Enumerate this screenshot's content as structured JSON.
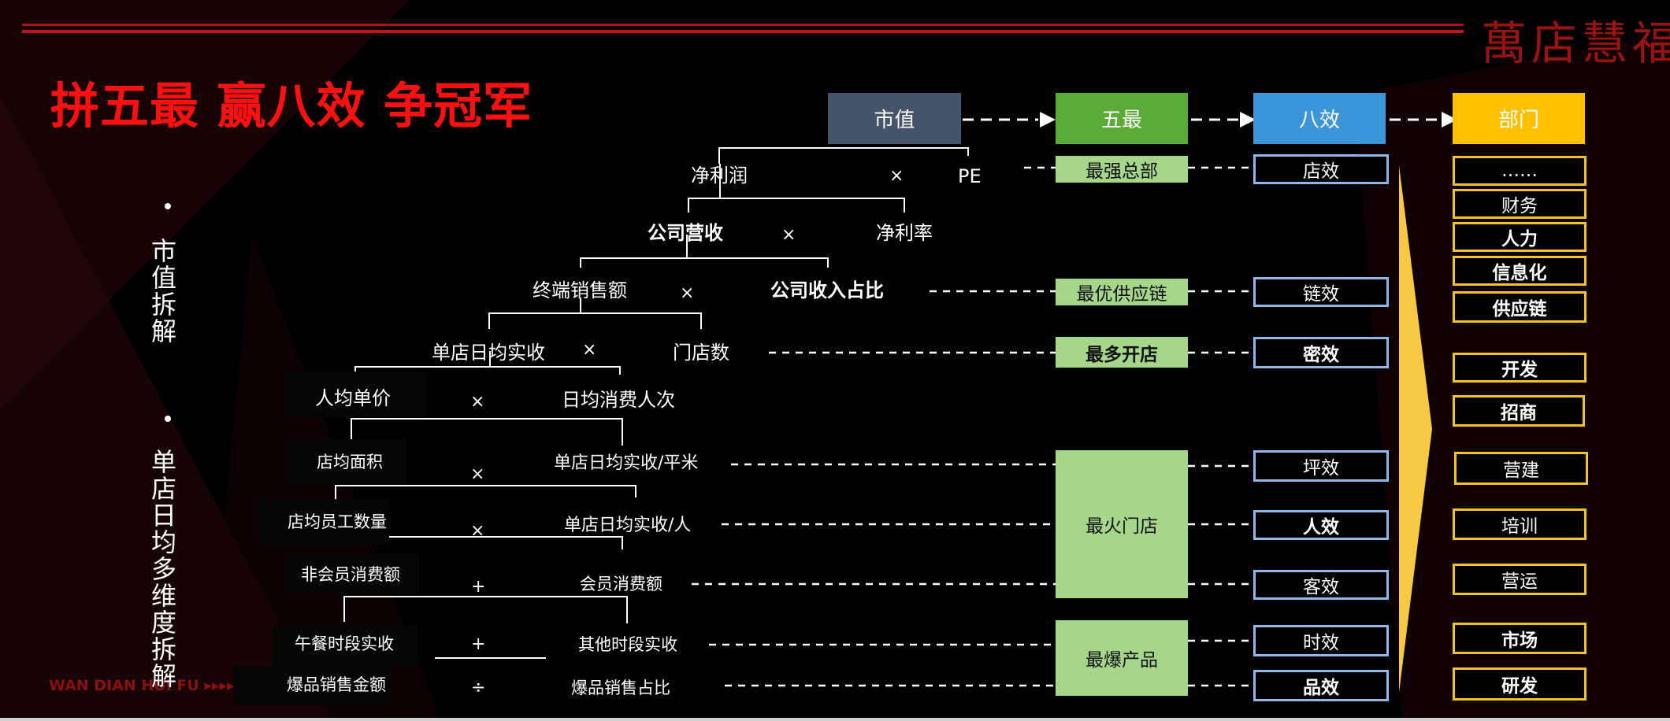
{
  "title": "拼五最 赢八效 争冠军",
  "logo": "萬店慧福",
  "footer": "WAN DIAN HUI FU ▸▸▸▸",
  "side_labels": [
    "市值拆解",
    "单店日均多维度拆解"
  ],
  "headers": {
    "market_value": "市值",
    "five_most": "五最",
    "eight_eff": "八效",
    "department": "部门"
  },
  "tree": {
    "net_profit": "净利润",
    "pe": "PE",
    "revenue": "公司营收",
    "net_margin": "净利率",
    "terminal_sales": "终端销售额",
    "revenue_share": "公司收入占比",
    "daily_avg_sales": "单店日均实收",
    "store_count": "门店数",
    "per_capita": "人均单价",
    "daily_visits": "日均消费人次",
    "store_area": "店均面积",
    "sales_per_sqm": "单店日均实收/平米",
    "staff_count": "店均员工数量",
    "sales_per_staff": "单店日均实收/人",
    "non_member": "非会员消费额",
    "member": "会员消费额",
    "lunch": "午餐时段实收",
    "other_periods": "其他时段实收",
    "hot_amount": "爆品销售金额",
    "hot_share": "爆品销售占比"
  },
  "operators": {
    "times": "×",
    "plus": "+",
    "divide": "÷"
  },
  "five_most": {
    "hq": "最强总部",
    "supply": "最优供应链",
    "stores": "最多开店",
    "hot_store": "最火门店",
    "hot_product": "最爆产品"
  },
  "eight_eff": [
    "店效",
    "链效",
    "密效",
    "坪效",
    "人效",
    "客效",
    "时效",
    "品效"
  ],
  "departments": [
    "……",
    "财务",
    "人力",
    "信息化",
    "供应链",
    "开发",
    "招商",
    "营建",
    "培训",
    "营运",
    "市场",
    "研发"
  ],
  "colors": {
    "title_red": "#ff1010",
    "market_value_box": "#44546a",
    "five_most_box": "#5aab37",
    "eight_eff_box": "#3b95d9",
    "department_box": "#ffc000",
    "green_box": "#a5d68a",
    "eff_border": "#8fb8e6",
    "dept_border": "#f4c12e",
    "arrow_fill": "#f7c843"
  }
}
